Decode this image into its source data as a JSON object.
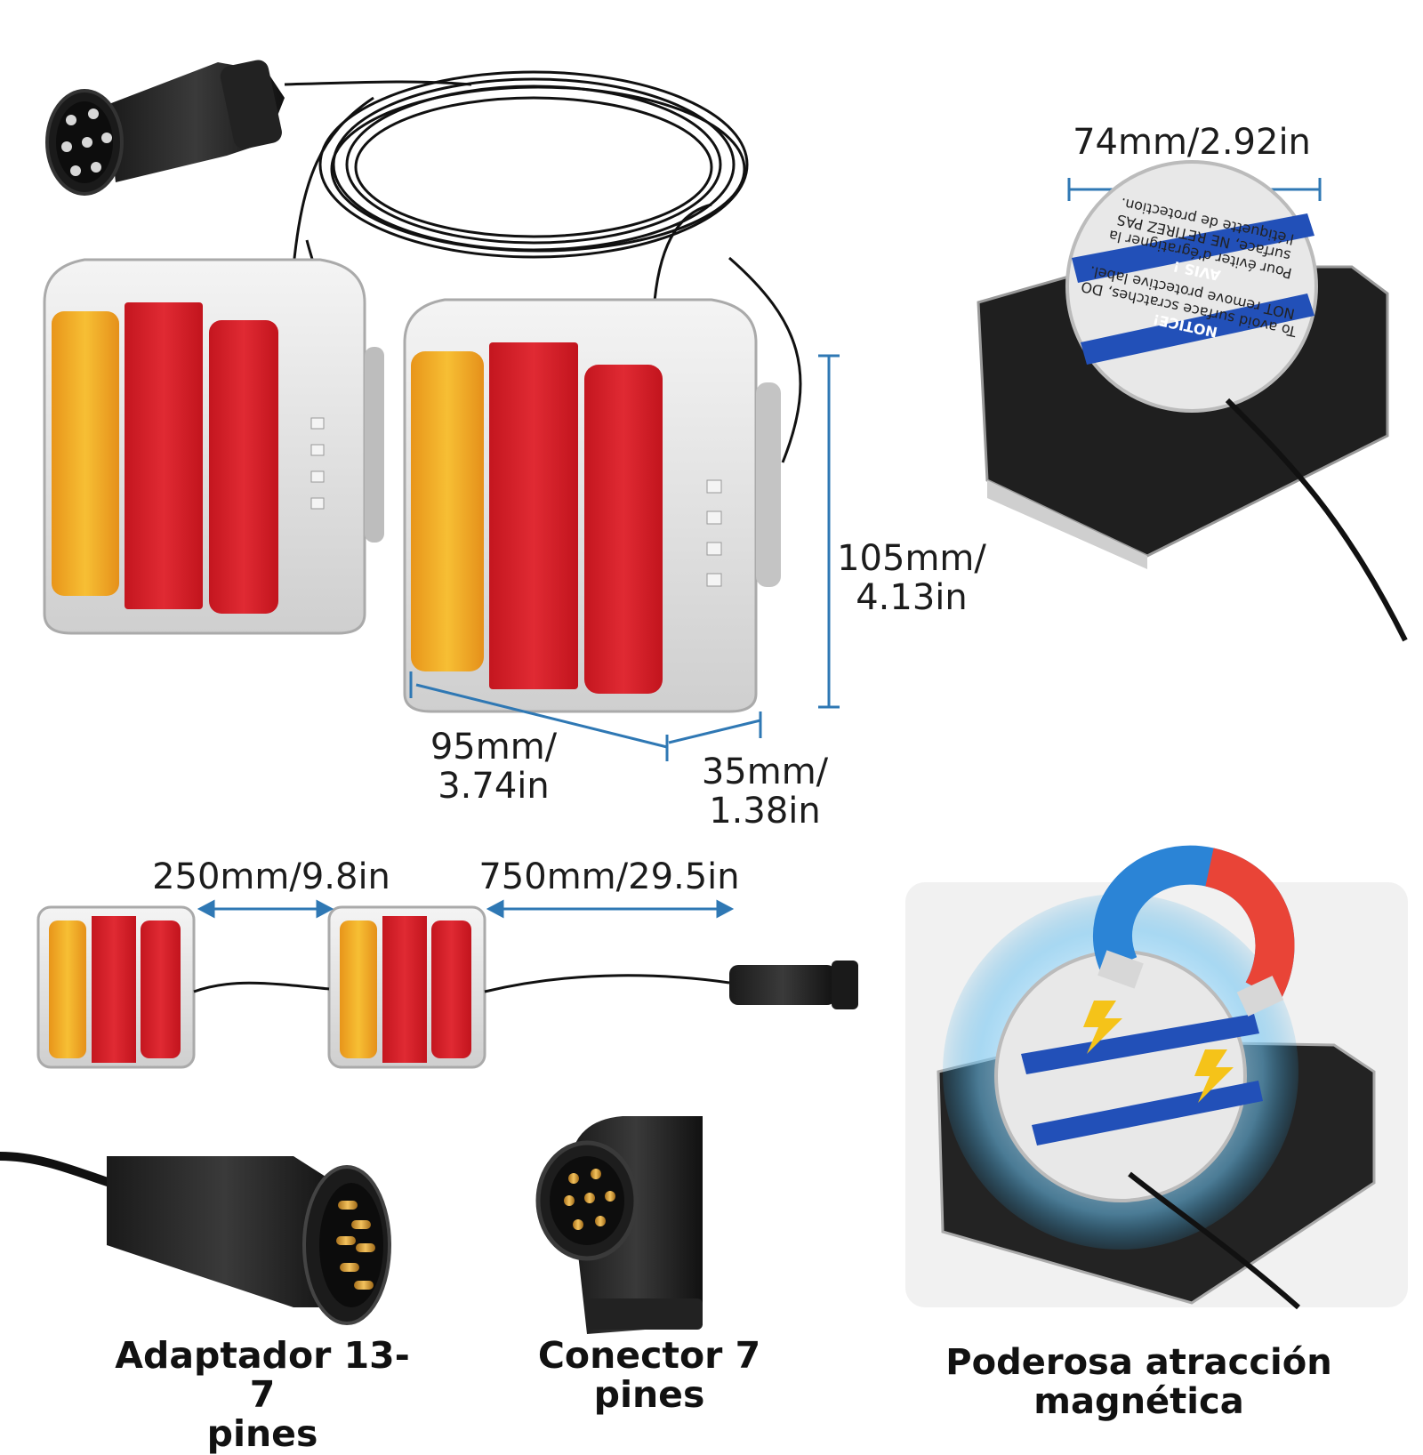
{
  "colors": {
    "dimension_line": "#2f78b4",
    "amber": "#f2a71b",
    "red": "#d81f2a",
    "panel_bg": "#f1f1f1"
  },
  "dimensions": {
    "plate_width": "74mm/2.92in",
    "height": "105mm/\n4.13in",
    "width": "95mm/\n3.74in",
    "depth": "35mm/\n1.38in",
    "cable_between": "250mm/9.8in",
    "cable_plug": "750mm/29.5in"
  },
  "labels": {
    "label_en_notice": "NOTICE!",
    "label_en_text": "To avoid surface scratches, DO NOT remove protective label.",
    "label_fr_notice": "AVIS !",
    "label_fr_text": "Pour éviter d'égratigner la surface, NE RETIREZ PAS l'étiquette de protection."
  },
  "captions": {
    "adapter": "Adaptador 13-7\npines",
    "connector": "Conector 7\npines",
    "magnetic": "Poderosa atracción magnética"
  },
  "icons": [
    "plug-icon",
    "magnet-icon",
    "lightning-icon"
  ]
}
